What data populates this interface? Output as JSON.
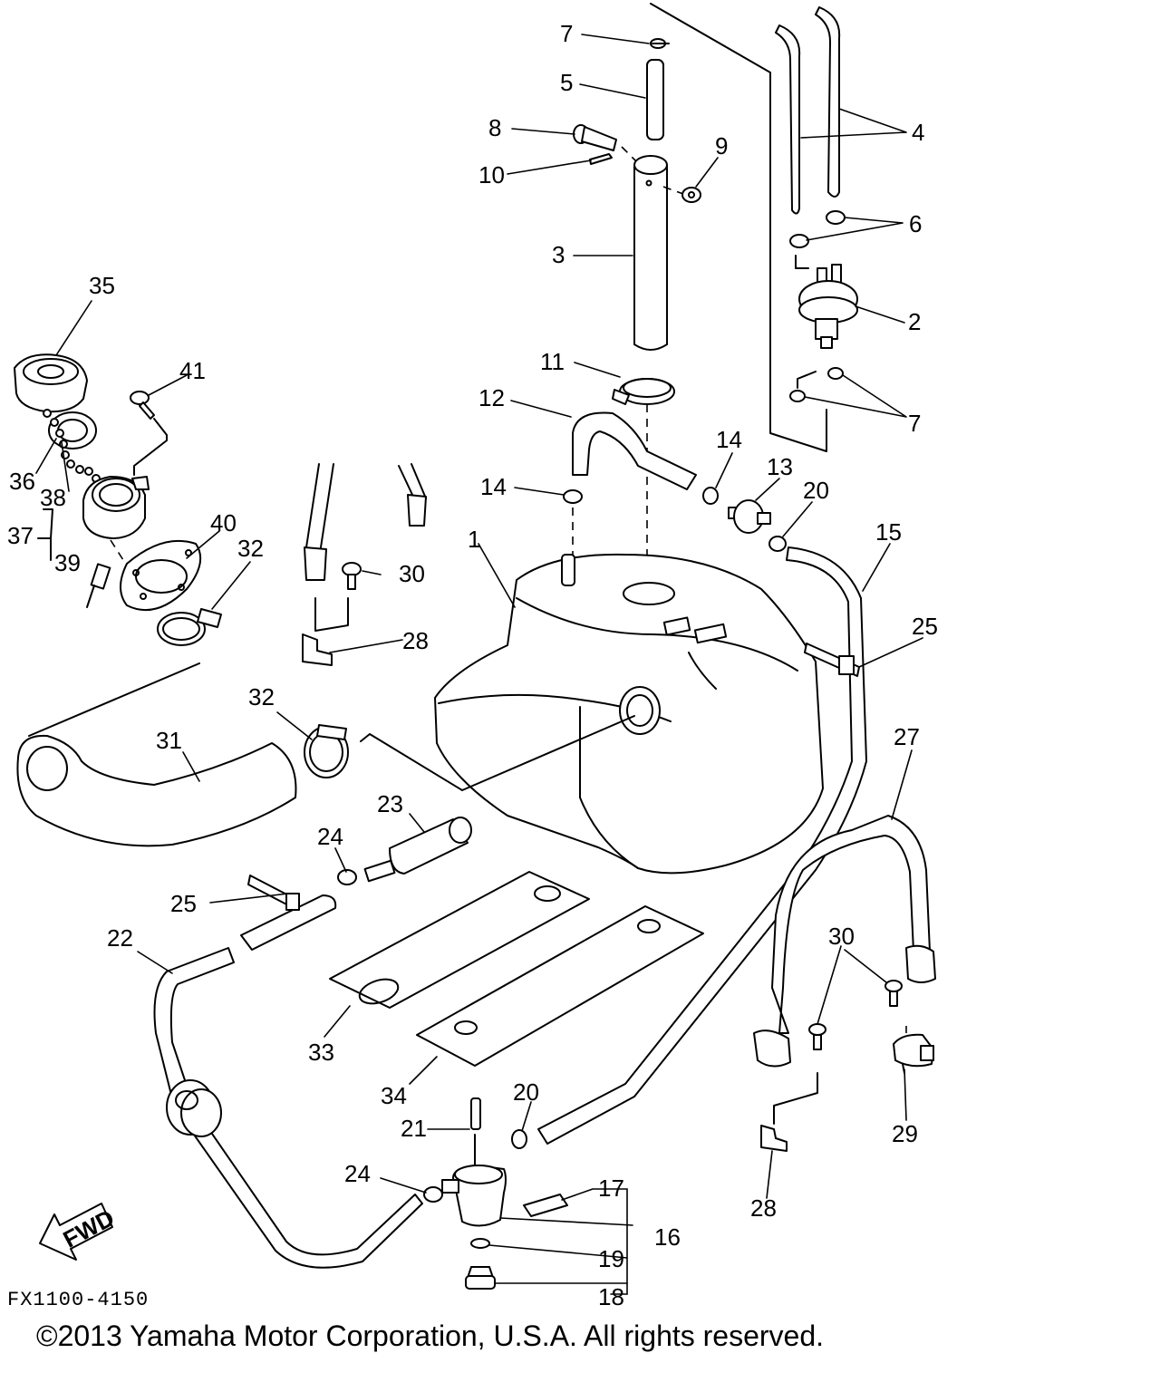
{
  "diagram": {
    "code": "FX1100-4150",
    "fwd_label": "FWD",
    "copyright": "©2013 Yamaha Motor Corporation, U.S.A. All rights reserved.",
    "callouts": [
      {
        "id": "c7a",
        "label": "7"
      },
      {
        "id": "c5",
        "label": "5"
      },
      {
        "id": "c8",
        "label": "8"
      },
      {
        "id": "c9",
        "label": "9"
      },
      {
        "id": "c10",
        "label": "10"
      },
      {
        "id": "c4",
        "label": "4"
      },
      {
        "id": "c6",
        "label": "6"
      },
      {
        "id": "c3",
        "label": "3"
      },
      {
        "id": "c2",
        "label": "2"
      },
      {
        "id": "c35",
        "label": "35"
      },
      {
        "id": "c41",
        "label": "41"
      },
      {
        "id": "c11",
        "label": "11"
      },
      {
        "id": "c7b",
        "label": "7"
      },
      {
        "id": "c12",
        "label": "12"
      },
      {
        "id": "c14a",
        "label": "14"
      },
      {
        "id": "c13",
        "label": "13"
      },
      {
        "id": "c14b",
        "label": "14"
      },
      {
        "id": "c20a",
        "label": "20"
      },
      {
        "id": "c36",
        "label": "36"
      },
      {
        "id": "c38",
        "label": "38"
      },
      {
        "id": "c15",
        "label": "15"
      },
      {
        "id": "c40",
        "label": "40"
      },
      {
        "id": "c37",
        "label": "37"
      },
      {
        "id": "c32a",
        "label": "32"
      },
      {
        "id": "c1",
        "label": "1"
      },
      {
        "id": "c39",
        "label": "39"
      },
      {
        "id": "c30a",
        "label": "30"
      },
      {
        "id": "c25a",
        "label": "25"
      },
      {
        "id": "c28a",
        "label": "28"
      },
      {
        "id": "c32b",
        "label": "32"
      },
      {
        "id": "c27",
        "label": "27"
      },
      {
        "id": "c31",
        "label": "31"
      },
      {
        "id": "c23",
        "label": "23"
      },
      {
        "id": "c24a",
        "label": "24"
      },
      {
        "id": "c25b",
        "label": "25"
      },
      {
        "id": "c30b",
        "label": "30"
      },
      {
        "id": "c22",
        "label": "22"
      },
      {
        "id": "c33",
        "label": "33"
      },
      {
        "id": "c29",
        "label": "29"
      },
      {
        "id": "c34",
        "label": "34"
      },
      {
        "id": "c20b",
        "label": "20"
      },
      {
        "id": "c21",
        "label": "21"
      },
      {
        "id": "c24b",
        "label": "24"
      },
      {
        "id": "c17",
        "label": "17"
      },
      {
        "id": "c28b",
        "label": "28"
      },
      {
        "id": "c16",
        "label": "16"
      },
      {
        "id": "c19",
        "label": "19"
      },
      {
        "id": "c18",
        "label": "18"
      }
    ]
  }
}
